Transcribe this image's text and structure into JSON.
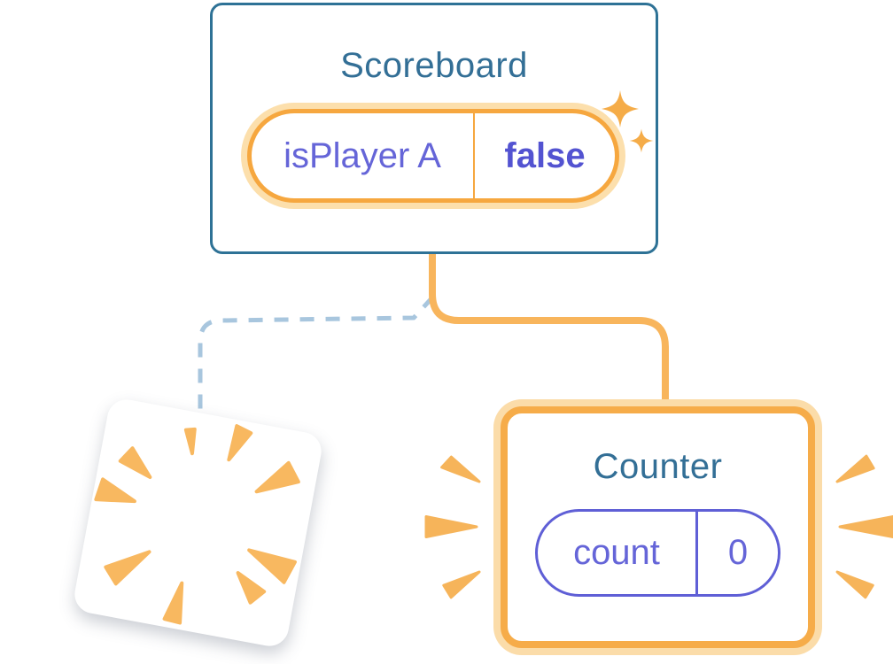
{
  "scoreboard": {
    "title": "Scoreboard",
    "state_pill": {
      "label": "isPlayer A",
      "value": "false"
    }
  },
  "counter": {
    "title": "Counter",
    "state_pill": {
      "label": "count",
      "value": "0"
    }
  },
  "icons": {
    "sparkles": "sparkles-icon",
    "poof": "poof-burst-icon",
    "emphasis_rays": "burst-rays-icon"
  },
  "connectors": {
    "solid": "kept-in-tree-connector",
    "dashed": "removed-from-tree-connector"
  },
  "colors": {
    "card_border_teal": "#2E7296",
    "title_teal": "#336F96",
    "orange_border": "#F6A73F",
    "orange_glow": "#FCDFAC",
    "counter_border": "#F6AC49",
    "counter_glow": "#FBDCA9",
    "connector_orange": "#F8B55C",
    "spike_orange": "#F8B860",
    "sparkle_orange": "#F5AC48",
    "dashed_blue": "#A8C6DE",
    "pill_text_purple": "#6565D8",
    "pill_value_purple": "#5353D1",
    "pill_border_purple": "#5F5FD6"
  }
}
